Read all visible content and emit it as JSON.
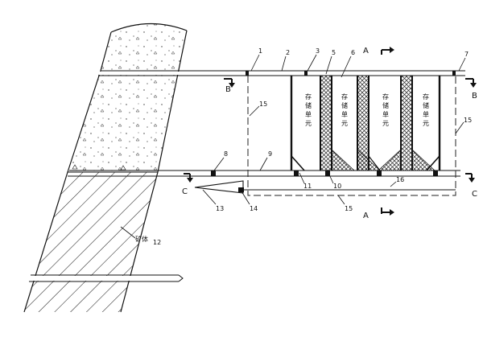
{
  "callouts": [
    "1",
    "2",
    "3",
    "5",
    "6",
    "7",
    "8",
    "9",
    "10",
    "11",
    "12",
    "13",
    "14",
    "15",
    "15",
    "15",
    "16"
  ],
  "section_marks": {
    "a_top": "A",
    "a_bottom": "A",
    "b_left": "B",
    "b_right": "B",
    "c_left": "C",
    "c_right": "C"
  },
  "storage_unit_label": [
    "存",
    "储",
    "单",
    "元"
  ],
  "ore_label": "矿体",
  "colors": {
    "line": "#111111",
    "dash": "#222222",
    "hatch": "#222222"
  }
}
